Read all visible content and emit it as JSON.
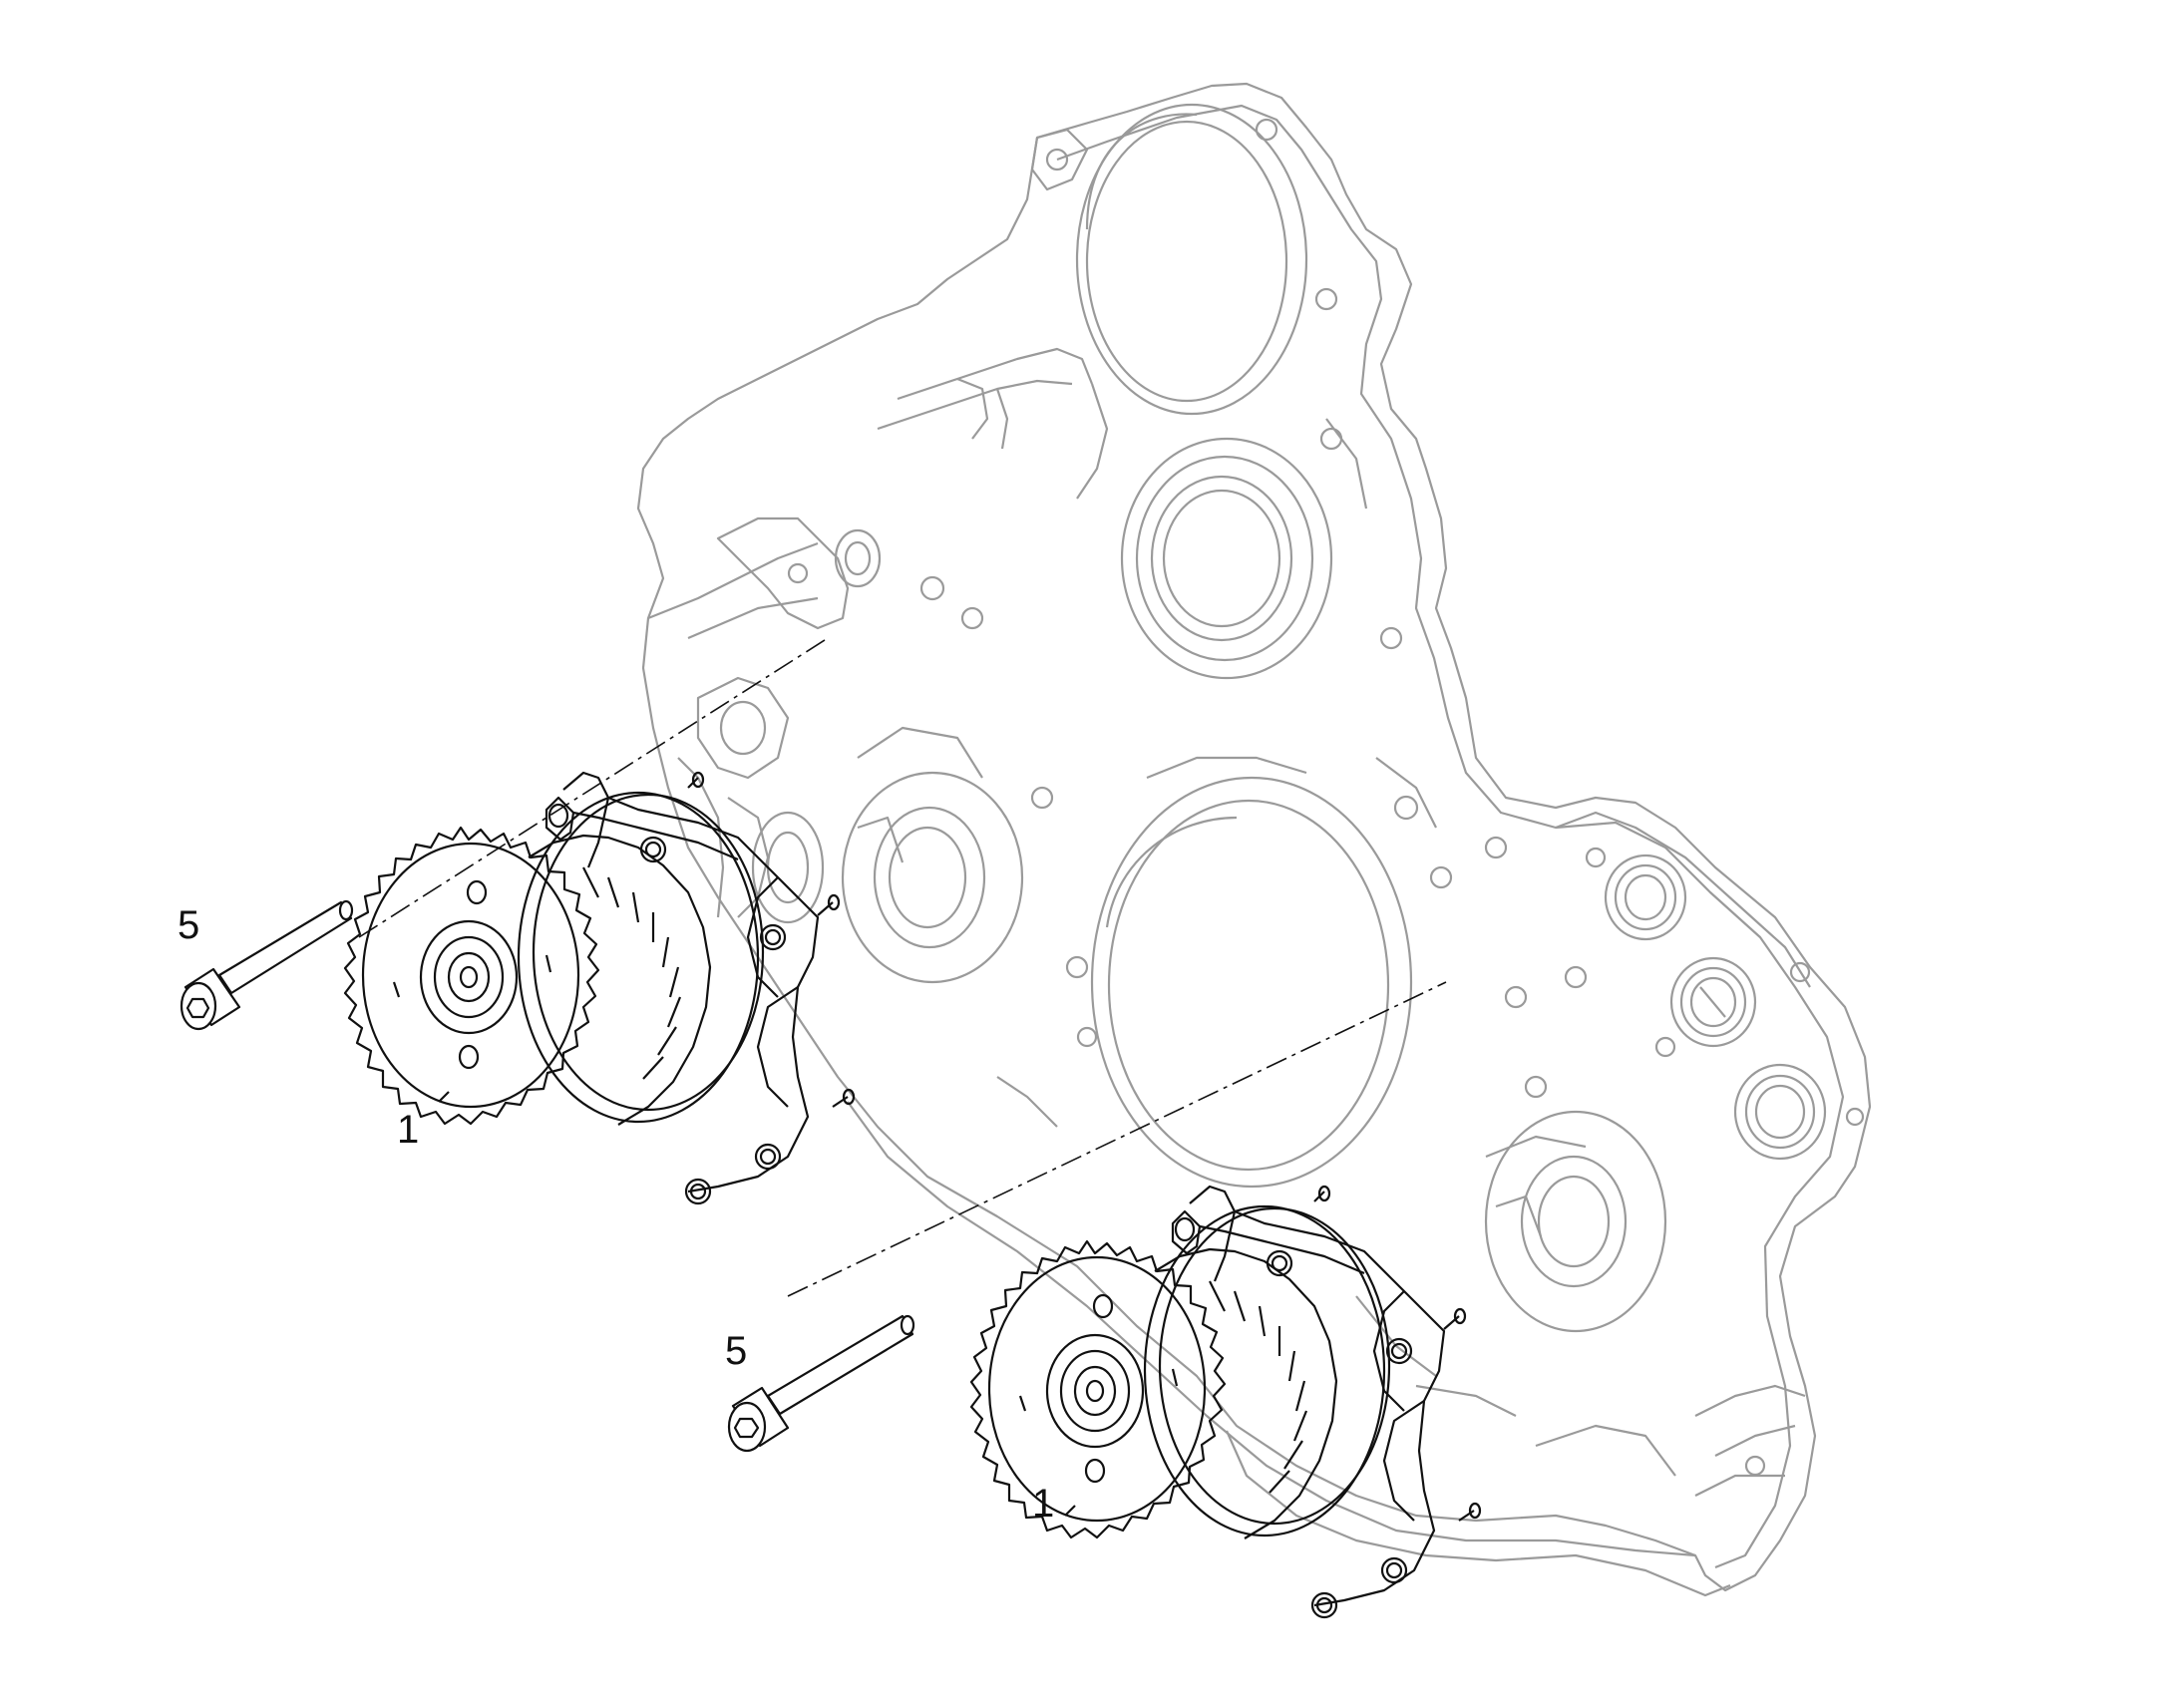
{
  "callouts": {
    "bolt_upper": "5",
    "pump_upper": "1",
    "bolt_lower": "5",
    "pump_lower": "1"
  },
  "colors": {
    "housing_stroke": "#9a9a9a",
    "part_stroke": "#111111",
    "background": "#ffffff"
  },
  "icons": {
    "housing": "gear-housing-cover-icon",
    "pump": "oil-pump-gear-icon",
    "bolt": "socket-head-cap-screw-icon"
  }
}
